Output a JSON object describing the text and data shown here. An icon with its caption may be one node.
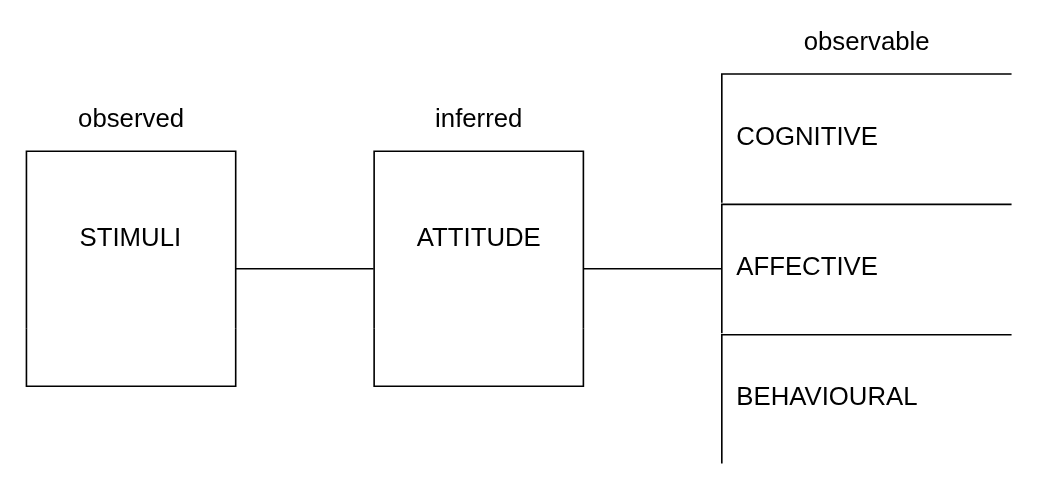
{
  "diagram": {
    "nodes": [
      {
        "text": [
          "STIMULI"
        ]
      },
      {
        "text": [
          "ATTITUDE"
        ]
      },
      {
        "text": [
          "COGNITIVE"
        ]
      },
      {
        "text": [
          "AFFECTIVE"
        ]
      },
      {
        "text": [
          "BEHAVIOURAL"
        ]
      }
    ],
    "edges": [
      {
        "from": 0,
        "to": 1,
        "arrow": "none"
      },
      {
        "from": 1,
        "to": 3,
        "arrow": "none"
      }
    ],
    "labels": [
      "observed",
      "inferred",
      "observable"
    ]
  }
}
